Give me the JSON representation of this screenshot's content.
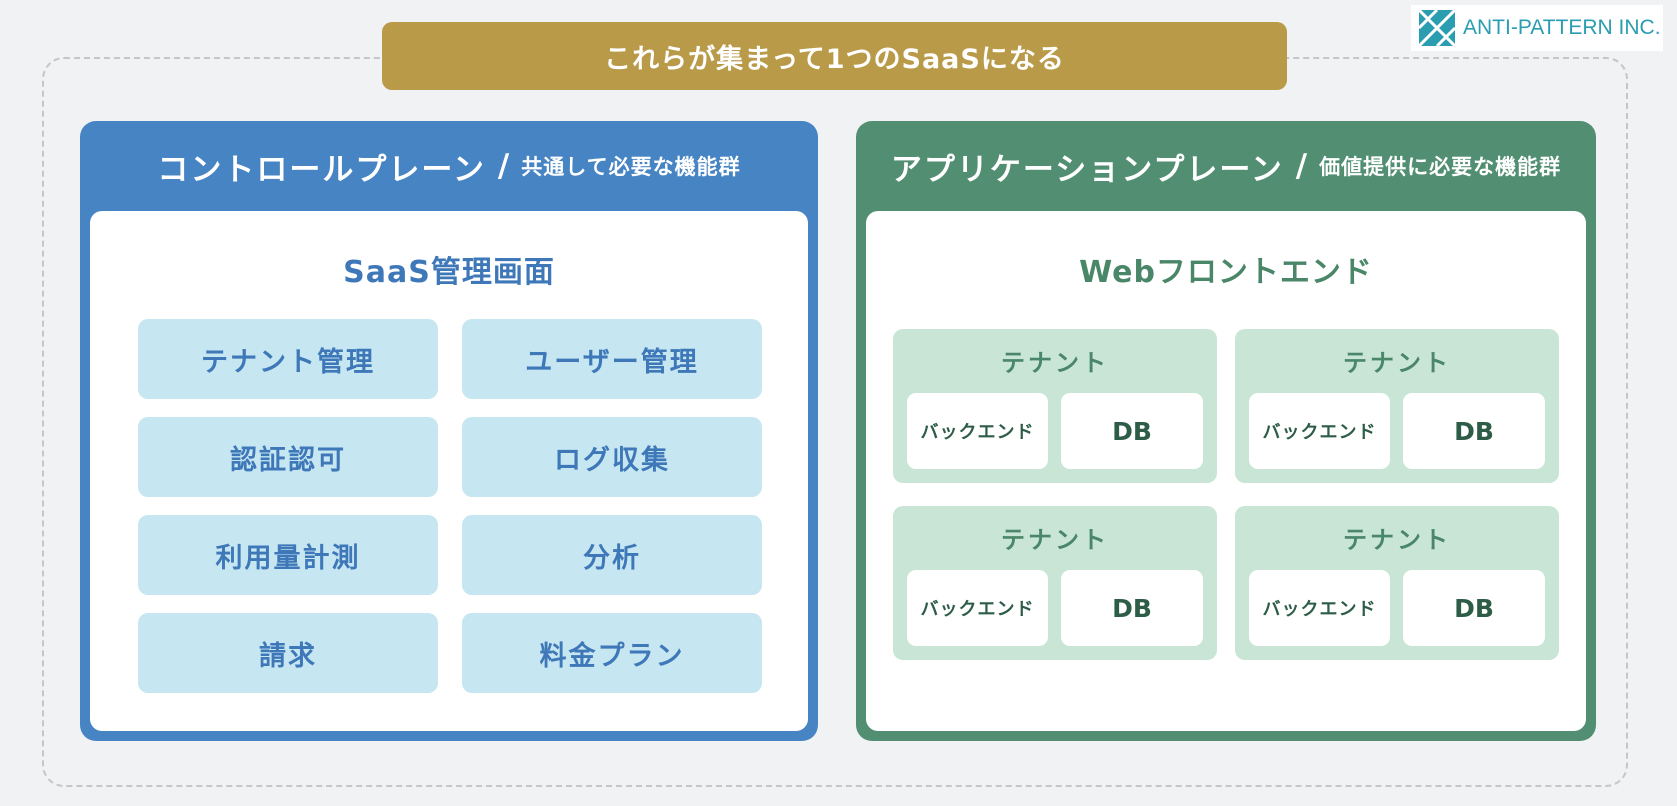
{
  "banner": {
    "title": "これらが集まって1つのSaaSになる"
  },
  "logo": {
    "text": "ANTI-PATTERN INC."
  },
  "control_plane": {
    "title": "コントロールプレーン",
    "separator": "/",
    "subtitle": "共通して必要な機能群",
    "body_title": "SaaS管理画面",
    "features": [
      "テナント管理",
      "ユーザー管理",
      "認証認可",
      "ログ収集",
      "利用量計測",
      "分析",
      "請求",
      "料金プラン"
    ]
  },
  "application_plane": {
    "title": "アプリケーションプレーン",
    "separator": "/",
    "subtitle": "価値提供に必要な機能群",
    "body_title": "Webフロントエンド",
    "tenants": [
      {
        "label": "テナント",
        "backend": "バックエンド",
        "db": "DB"
      },
      {
        "label": "テナント",
        "backend": "バックエンド",
        "db": "DB"
      },
      {
        "label": "テナント",
        "backend": "バックエンド",
        "db": "DB"
      },
      {
        "label": "テナント",
        "backend": "バックエンド",
        "db": "DB"
      }
    ]
  },
  "colors": {
    "banner": "#b99a49",
    "control_plane": "#4784c4",
    "control_feature_bg": "#c6e6f2",
    "application_plane": "#518e72",
    "tenant_bg": "#c8e5d6"
  }
}
